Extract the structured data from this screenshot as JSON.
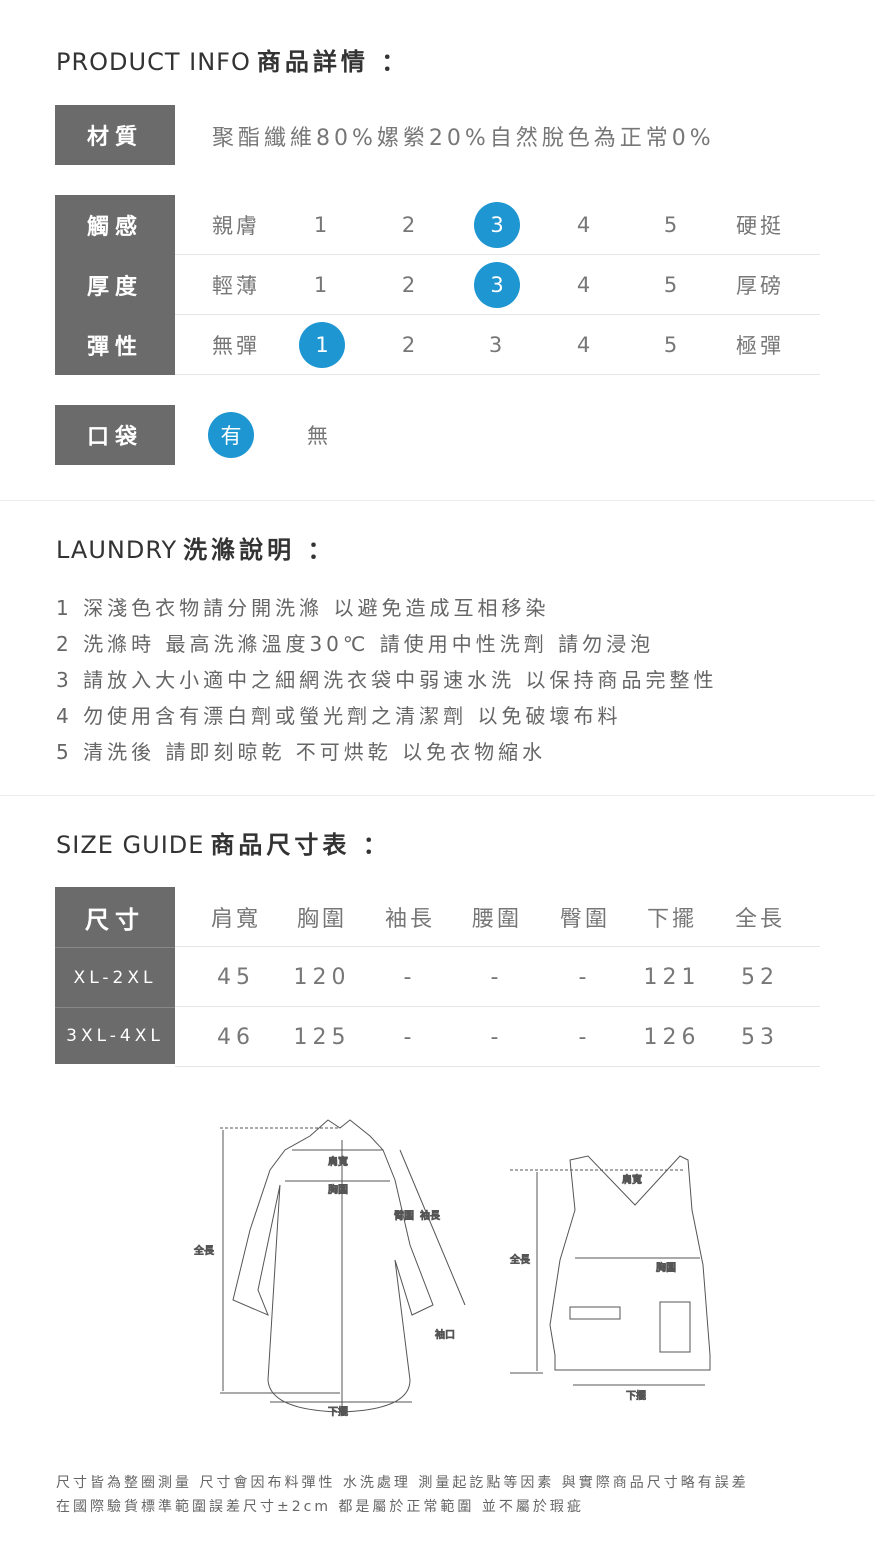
{
  "product_info": {
    "title_en": "PRODUCT INFO",
    "title_zh": "商品詳情 ：",
    "material": {
      "label": "材質",
      "value": "聚酯纖維80%嫘縈20%自然脫色為正常0%"
    },
    "scales": [
      {
        "label": "觸感",
        "low": "親膚",
        "high": "硬挺",
        "options": [
          "1",
          "2",
          "3",
          "4",
          "5"
        ],
        "selected": 3
      },
      {
        "label": "厚度",
        "low": "輕薄",
        "high": "厚磅",
        "options": [
          "1",
          "2",
          "3",
          "4",
          "5"
        ],
        "selected": 3
      },
      {
        "label": "彈性",
        "low": "無彈",
        "high": "極彈",
        "options": [
          "1",
          "2",
          "3",
          "4",
          "5"
        ],
        "selected": 1
      }
    ],
    "pocket": {
      "label": "口袋",
      "options": [
        "有",
        "無"
      ],
      "selected": "有"
    }
  },
  "laundry": {
    "title_en": "LAUNDRY",
    "title_zh": "洗滌說明 ：",
    "items": [
      "1 深淺色衣物請分開洗滌 以避免造成互相移染",
      "2 洗滌時 最高洗滌溫度30℃ 請使用中性洗劑 請勿浸泡",
      "3 請放入大小適中之細網洗衣袋中弱速水洗 以保持商品完整性",
      "4 勿使用含有漂白劑或螢光劑之清潔劑 以免破壞布料",
      "5 清洗後 請即刻晾乾 不可烘乾 以免衣物縮水"
    ]
  },
  "size_guide": {
    "title_en": "SIZE GUIDE",
    "title_zh": "商品尺寸表 ：",
    "header": [
      "尺寸",
      "肩寬",
      "胸圍",
      "袖長",
      "腰圍",
      "臀圍",
      "下擺",
      "全長"
    ],
    "rows": [
      [
        "XL-2XL",
        "45",
        "120",
        "-",
        "-",
        "-",
        "121",
        "52"
      ],
      [
        "3XL-4XL",
        "46",
        "125",
        "-",
        "-",
        "-",
        "126",
        "53"
      ]
    ],
    "diagram_labels": {
      "shoulder": "肩寬",
      "chest": "胸圍",
      "arm": "臂圍",
      "sleeve": "袖長",
      "length": "全長",
      "cuff": "袖口",
      "hem": "下擺"
    },
    "notes": [
      "尺寸皆為整圈測量 尺寸會因布料彈性 水洗處理 測量起訖點等因素 與實際商品尺寸略有誤差",
      "在國際驗貨標準範圍誤差尺寸±2cm 都是屬於正常範圍 並不屬於瑕疵"
    ]
  },
  "colors": {
    "accent": "#1e96d2",
    "label_bg": "#6b6b6b"
  }
}
